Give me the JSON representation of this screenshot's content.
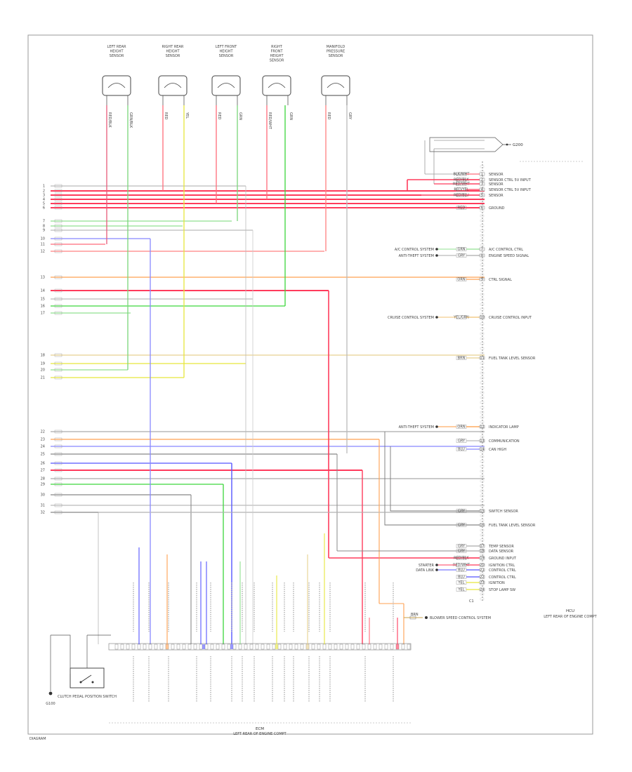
{
  "page": {
    "page_id": "DIAGRAM",
    "rh_module_title": "HCU",
    "rh_module_sub": "LEFT REAR OF ENGINE COMPT"
  },
  "sensors": [
    {
      "id": "s1",
      "label": "LEFT REAR HEIGHT SENSOR",
      "wire_a": "RED/BLK",
      "wire_b": "GRN/BLK",
      "color_a": "#e85a7a",
      "color_b": "#7ad67a"
    },
    {
      "id": "s2",
      "label": "RIGHT REAR HEIGHT SENSOR",
      "wire_a": "RED",
      "wire_b": "YEL",
      "color_a": "#ff6b7a",
      "color_b": "#e6e63c"
    },
    {
      "id": "s3",
      "label": "LEFT FRONT HEIGHT SENSOR",
      "wire_a": "RED",
      "wire_b": "GRN",
      "color_a": "#ff6b7a",
      "color_b": "#7ad67a"
    },
    {
      "id": "s4",
      "label": "RIGHT FRONT HEIGHT SENSOR",
      "wire_a": "RED/WHT",
      "wire_b": "GRN",
      "color_a": "#ff6b7a",
      "color_b": "#3cd63c"
    },
    {
      "id": "s5",
      "label": "MANIFOLD PRESSURE SENSOR",
      "wire_a": "RED",
      "wire_b": "GRY",
      "color_a": "#ff8080",
      "color_b": "#bbbbbb"
    }
  ],
  "right_connector": {
    "label": "C1",
    "pins": [
      {
        "n": "1",
        "wire": "BLK/WHT",
        "desc": "SENSOR",
        "color": "#ff6b7a",
        "ext": ""
      },
      {
        "n": "2",
        "wire": "RED/BLK",
        "desc": "SENSOR CTRL 5V INPUT",
        "color": "#ff3b5c",
        "ext": ""
      },
      {
        "n": "3",
        "wire": "RED/WHT",
        "desc": "SENSOR",
        "color": "#ff3b5c",
        "ext": ""
      },
      {
        "n": "4",
        "wire": "RED/YEL",
        "desc": "SENSOR CTRL 5V INPUT",
        "color": "#ff3b5c",
        "ext": ""
      },
      {
        "n": "5",
        "wire": "RED/BLU",
        "desc": "SENSOR",
        "color": "#ff3b5c",
        "ext": ""
      },
      {
        "n": "6",
        "wire": "RED",
        "desc": "GROUND",
        "color": "#ff3b5c",
        "ext": ""
      },
      {
        "n": "7",
        "wire": "GRN",
        "desc": "A/C CONTROL CTRL",
        "color": "#90e090",
        "ext": "A/C CONTROL SYSTEM"
      },
      {
        "n": "8",
        "wire": "GRY",
        "desc": "ENGINE SPEED SIGNAL",
        "color": "#aaaaaa",
        "ext": "ANTI-THEFT SYSTEM"
      },
      {
        "n": "9",
        "wire": "ORN",
        "desc": "CTRL SIGNAL",
        "color": "#ffa050",
        "ext": ""
      },
      {
        "n": "10",
        "wire": "YEL/GRN",
        "desc": "CRUISE CONTROL INPUT",
        "color": "#f0c070",
        "ext": "CRUISE CONTROL SYSTEM"
      },
      {
        "n": "11",
        "wire": "BRN",
        "desc": "FUEL TANK LEVEL SENSOR",
        "color": "#e8d090",
        "ext": ""
      },
      {
        "n": "12",
        "wire": "ORN",
        "desc": "INDICATOR LAMP",
        "color": "#ff9a40",
        "ext": "ANTI-THEFT SYSTEM"
      },
      {
        "n": "13",
        "wire": "GRY",
        "desc": "COMMUNICATION",
        "color": "#bbbbbb",
        "ext": ""
      },
      {
        "n": "14",
        "wire": "BLU",
        "desc": "CAN HIGH",
        "color": "#8888ff",
        "ext": ""
      },
      {
        "n": "15",
        "wire": "GRY",
        "desc": "SWITCH SENSOR",
        "color": "#888888",
        "ext": ""
      },
      {
        "n": "16",
        "wire": "GRY",
        "desc": "FUEL TANK LEVEL SENSOR",
        "color": "#888888",
        "ext": ""
      },
      {
        "n": "17",
        "wire": "GRY",
        "desc": "TEMP SENSOR",
        "color": "#aaaaaa",
        "ext": ""
      },
      {
        "n": "18",
        "wire": "GRY",
        "desc": "DATA SENSOR",
        "color": "#aaaaaa",
        "ext": ""
      },
      {
        "n": "19",
        "wire": "RED/BLK",
        "desc": "GROUND INPUT",
        "color": "#ff3b5c",
        "ext": ""
      },
      {
        "n": "20",
        "wire": "RED/WHT",
        "desc": "IGNITION CTRL",
        "color": "#ff3b5c",
        "ext": "STARTER"
      },
      {
        "n": "21",
        "wire": "BLU",
        "desc": "CONTROL CTRL",
        "color": "#5555ff",
        "ext": "DATA LINK"
      },
      {
        "n": "22",
        "wire": "BLU",
        "desc": "CONTROL CTRL",
        "color": "#5555ff",
        "ext": ""
      },
      {
        "n": "23",
        "wire": "YEL",
        "desc": "IGNITION",
        "color": "#e6e63c",
        "ext": ""
      },
      {
        "n": "24",
        "wire": "YEL",
        "desc": "STOP LAMP SW",
        "color": "#e6e63c",
        "ext": ""
      }
    ]
  },
  "bottom_connector": {
    "title": "ECM",
    "sub": "LEFT REAR OF ENGINE COMPT"
  },
  "switch": {
    "label": "CLUTCH PEDAL POSITION SWITCH",
    "ground_label": "G100"
  },
  "bottom_ext": {
    "label": "BLOWER SPEED CONTROL SYSTEM",
    "wire": "BRN"
  },
  "top_ext": {
    "label": "G200"
  }
}
